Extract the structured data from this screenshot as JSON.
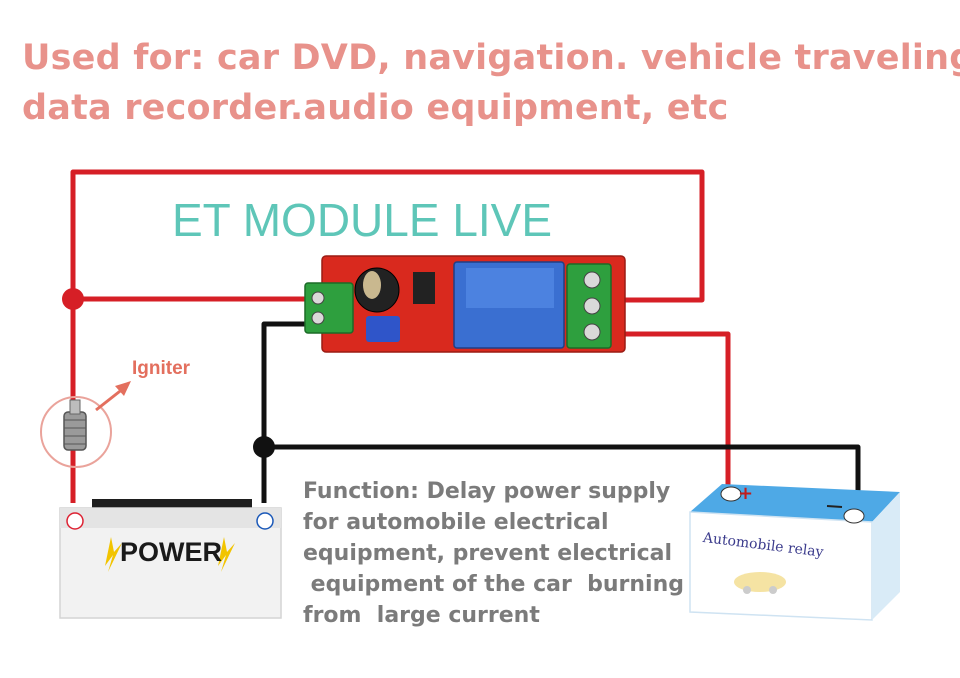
{
  "headline": {
    "line1": "Used for: car DVD, navigation. vehicle traveling",
    "line2": "data recorder.audio equipment, etc"
  },
  "watermark": "ET MODULE LIVE",
  "labels": {
    "igniter": "Igniter",
    "power": "POWER",
    "automobile_relay": "Automobile relay",
    "plus": "+",
    "minus": "−"
  },
  "function_text": [
    "Function: Delay power supply",
    "for automobile electrical",
    "equipment, prevent electrical",
    " equipment of the car  burning",
    "from  large current"
  ],
  "colors": {
    "headline": "#e8928b",
    "watermark": "#5ec6b8",
    "wire_positive": "#d61f26",
    "wire_negative": "#111111",
    "board": "#d9291e",
    "relay": "#3a6fd1",
    "terminal": "#2e9f3e",
    "battery_blue": "#3d97d8"
  }
}
